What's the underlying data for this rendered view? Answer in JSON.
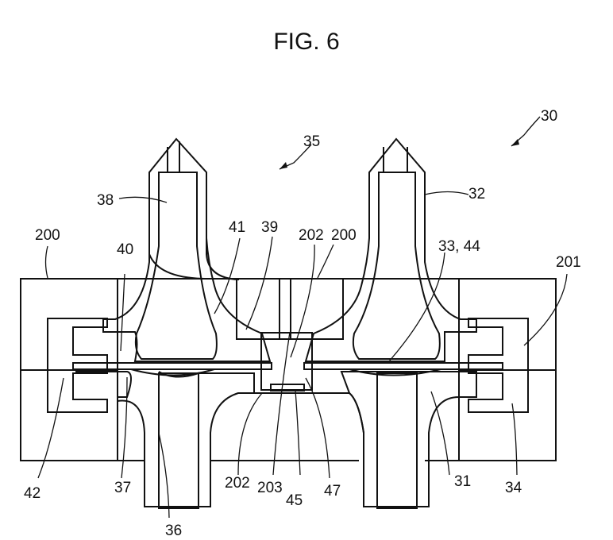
{
  "figure": {
    "title": "FIG. 6",
    "labels": {
      "l30": "30",
      "l35": "35",
      "l38": "38",
      "l32": "32",
      "l200a": "200",
      "l40": "40",
      "l41": "41",
      "l39": "39",
      "l202a": "202",
      "l200b": "200",
      "l3344": "33, 44",
      "l201": "201",
      "l42": "42",
      "l37": "37",
      "l36": "36",
      "l202b": "202",
      "l203": "203",
      "l45": "45",
      "l47": "47",
      "l31": "31",
      "l34": "34"
    }
  }
}
